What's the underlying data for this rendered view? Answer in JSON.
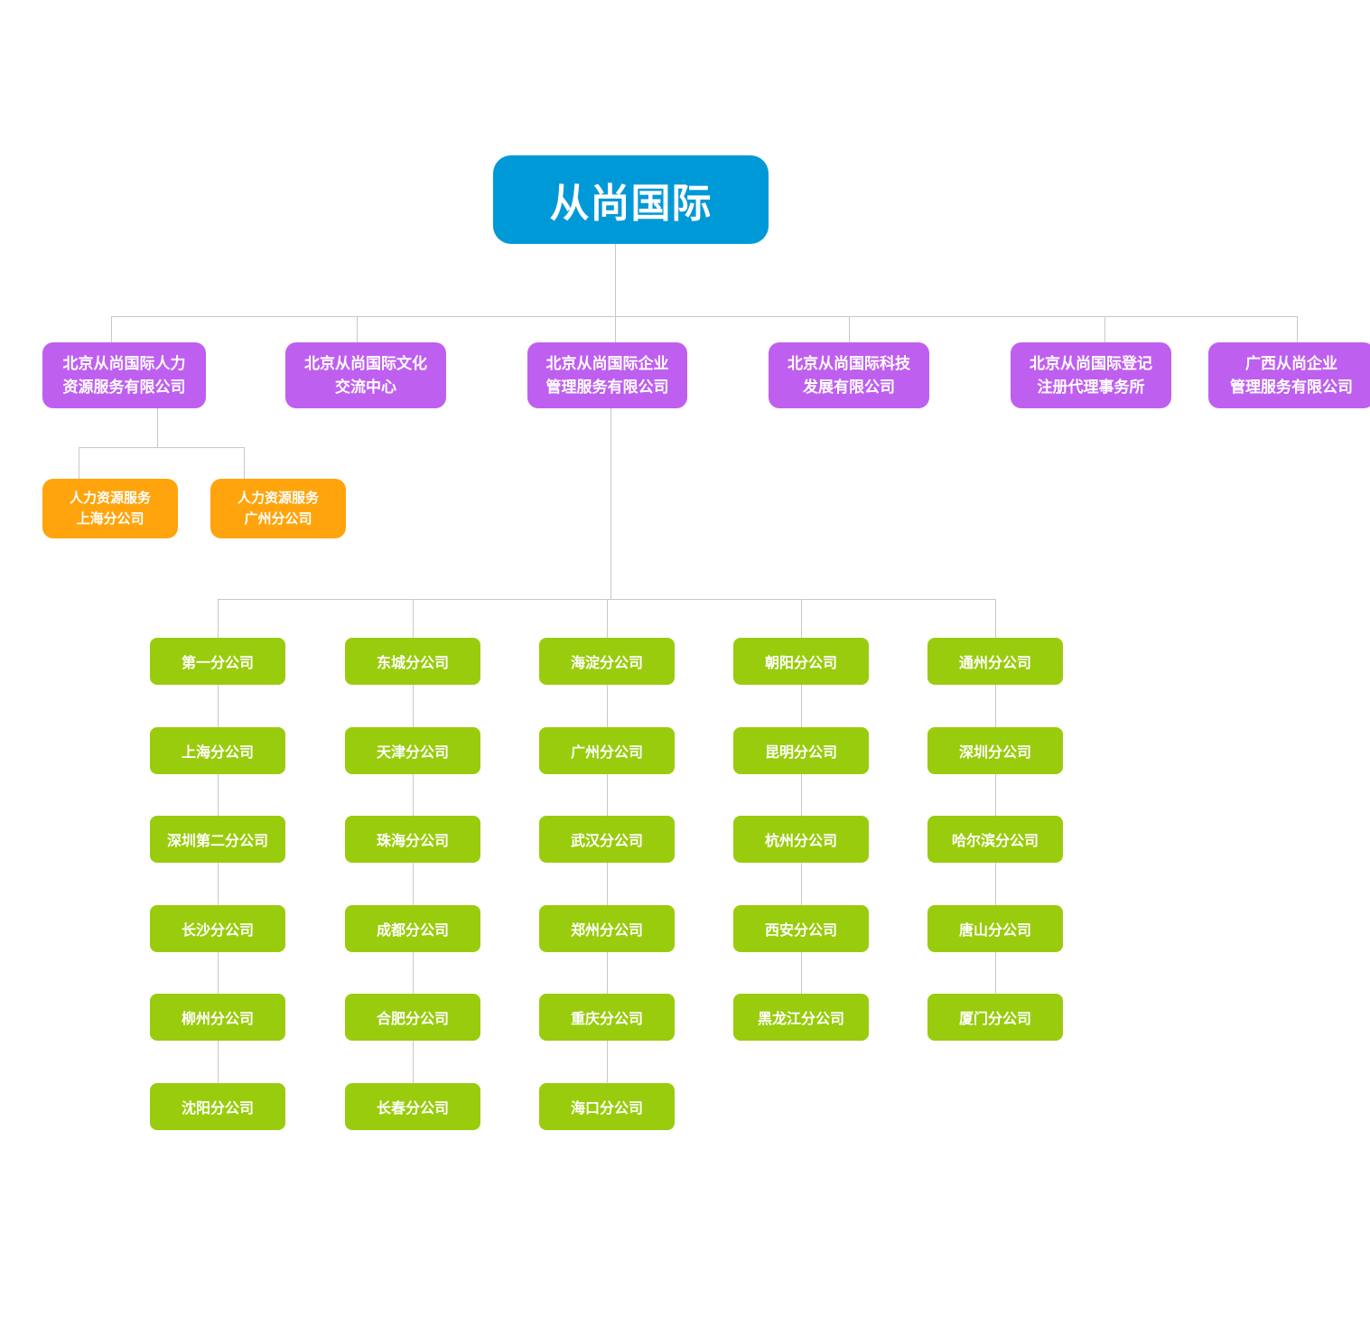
{
  "colors": {
    "root_bg": "#0099d8",
    "level2_bg": "#bf5ff0",
    "hr_bg": "#ffa40d",
    "branch_bg": "#99cc0d",
    "connector": "#c8c8c8",
    "text": "#ffffff"
  },
  "chart_data": {
    "type": "org-chart",
    "root": {
      "label": "从尚国际"
    },
    "level2": [
      {
        "line1": "北京从尚国际人力",
        "line2": "资源服务有限公司"
      },
      {
        "line1": "北京从尚国际文化",
        "line2": "交流中心"
      },
      {
        "line1": "北京从尚国际企业",
        "line2": "管理服务有限公司"
      },
      {
        "line1": "北京从尚国际科技",
        "line2": "发展有限公司"
      },
      {
        "line1": "北京从尚国际登记",
        "line2": "注册代理事务所"
      },
      {
        "line1": "广西从尚企业",
        "line2": "管理服务有限公司"
      }
    ],
    "hr_branches": [
      {
        "line1": "人力资源服务",
        "line2": "上海分公司"
      },
      {
        "line1": "人力资源服务",
        "line2": "广州分公司"
      }
    ],
    "branch_columns": [
      [
        "第一分公司",
        "上海分公司",
        "深圳第二分公司",
        "长沙分公司",
        "柳州分公司",
        "沈阳分公司"
      ],
      [
        "东城分公司",
        "天津分公司",
        "珠海分公司",
        "成都分公司",
        "合肥分公司",
        "长春分公司"
      ],
      [
        "海淀分公司",
        "广州分公司",
        "武汉分公司",
        "郑州分公司",
        "重庆分公司",
        "海口分公司"
      ],
      [
        "朝阳分公司",
        "昆明分公司",
        "杭州分公司",
        "西安分公司",
        "黑龙江分公司"
      ],
      [
        "通州分公司",
        "深圳分公司",
        "哈尔滨分公司",
        "唐山分公司",
        "厦门分公司"
      ]
    ]
  }
}
